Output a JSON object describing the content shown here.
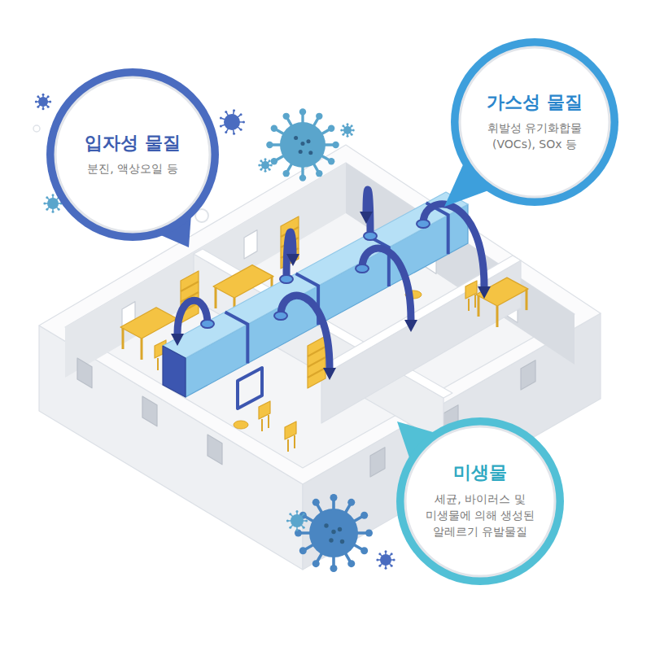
{
  "diagram": {
    "nodes": [
      {
        "text": [
          "입자성 물질",
          "분진, 액상오일 등"
        ]
      },
      {
        "text": [
          "가스성 물질",
          "휘발성 유기화합물 (VOCs), SOx 등"
        ]
      },
      {
        "text": [
          "미생물",
          "세균, 바이러스 및 미생물에 의해 생성된 알레르기 유발물질"
        ]
      }
    ]
  }
}
